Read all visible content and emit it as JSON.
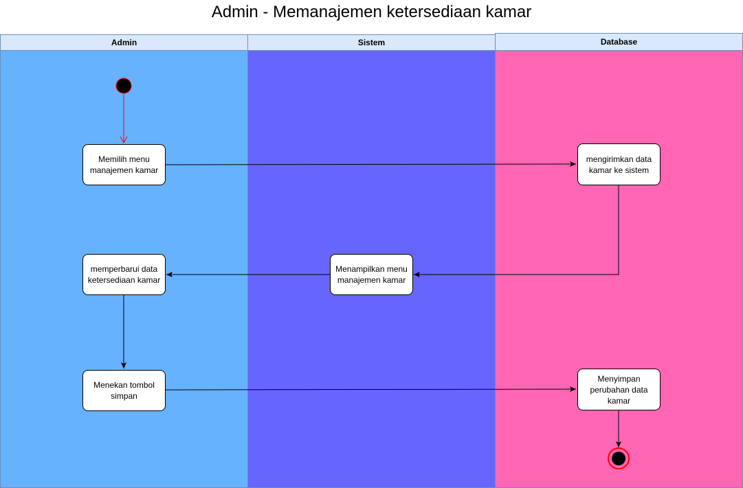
{
  "title": "Admin - Memanajemen ketersediaan kamar",
  "lanes": [
    {
      "label": "Admin",
      "color": "#66b2ff"
    },
    {
      "label": "Sistem",
      "color": "#6666ff"
    },
    {
      "label": "Database",
      "color": "#ff66b3"
    }
  ],
  "colors": {
    "header_fill": "#dae8fc",
    "header_border": "#6c8ebf",
    "start_edge": "#ff0000",
    "end_ring": "#ff0000"
  },
  "nodes": {
    "select_menu": "Memilih menu manajemen kamar",
    "send_data": "mengirimkan data kamar ke sistem",
    "show_menu": "Menampilkan menu manajemen kamar",
    "update_data": "memperbarui data ketersediaan kamar",
    "press_save": "Menekan tombol simpan",
    "save_changes": "Menyimpan perubahan data kamar"
  }
}
